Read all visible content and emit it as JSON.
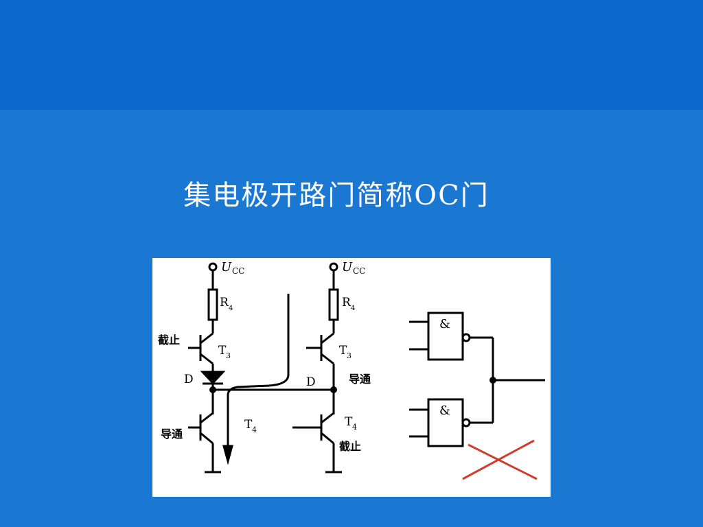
{
  "slide": {
    "title": "集电极开路门简称OC门",
    "colors": {
      "background": "#1a78d2",
      "top_band": "#0a67cc",
      "title": "#ffffff",
      "cross": "#d23c2c"
    }
  },
  "circuit_left": {
    "supply": "U",
    "supply_sub": "CC",
    "resistor": "R",
    "resistor_sub": "4",
    "upper_transistor": "T",
    "upper_transistor_sub": "3",
    "upper_state": "截止",
    "diode": "D",
    "lower_transistor": "T",
    "lower_transistor_sub": "4",
    "lower_state": "导通"
  },
  "circuit_right": {
    "supply": "U",
    "supply_sub": "CC",
    "resistor": "R",
    "resistor_sub": "4",
    "upper_transistor": "T",
    "upper_transistor_sub": "3",
    "upper_state": "导通",
    "diode": "D",
    "lower_transistor": "T",
    "lower_transistor_sub": "4",
    "lower_state": "截止"
  },
  "gates": {
    "gate_top_symbol": "&",
    "gate_bottom_symbol": "&",
    "cross_icon": "red-x-icon"
  }
}
